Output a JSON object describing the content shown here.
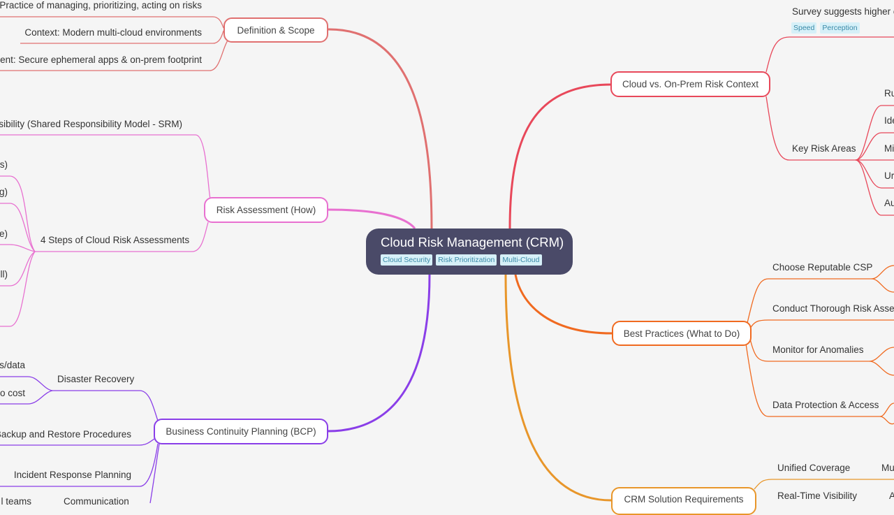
{
  "colors": {
    "background": "#f5f5f5",
    "center": "#4a4a68",
    "definition": "#e07070",
    "risk_assessment": "#e870d0",
    "bcp": "#8a3ee8",
    "cloud_context": "#e8485a",
    "best_practices": "#f06a20",
    "crm_requirements": "#e8962a",
    "tag_bg": "#d6f0f8",
    "tag_text": "#3a8aa8"
  },
  "center": {
    "title": "Cloud Risk Management (CRM)",
    "tags": [
      "Cloud Security",
      "Risk Prioritization",
      "Multi-Cloud"
    ]
  },
  "definition": {
    "label": "Definition & Scope",
    "children": [
      "Practice of managing, prioritizing, acting on risks",
      "Context: Modern multi-cloud environments",
      "ent: Secure ephemeral apps & on-prem footprint"
    ]
  },
  "risk_assessment": {
    "label": "Risk Assessment (How)",
    "children": [
      "nsibility (Shared Responsibility Model - SRM)",
      "4 Steps of Cloud Risk Assessments"
    ],
    "steps": [
      "s)",
      "g)",
      "e)",
      "ll)",
      ""
    ]
  },
  "bcp": {
    "label": "Business Continuity Planning (BCP)",
    "children": [
      "Disaster Recovery",
      "Backup and Restore Procedures",
      "Incident Response Planning",
      "Communication"
    ],
    "disaster_recovery": [
      "s/data",
      "o cost"
    ],
    "communication": [
      "l teams"
    ]
  },
  "cloud_context": {
    "label": "Cloud vs. On-Prem Risk Context",
    "survey": "Survey suggests higher c",
    "survey_tags": [
      "Speed",
      "Perception"
    ],
    "key_risk_areas": "Key Risk Areas",
    "areas": [
      "Ru",
      "Ide",
      "Mi",
      "Ur",
      "Au"
    ]
  },
  "best_practices": {
    "label": "Best Practices (What to Do)",
    "children": [
      "Choose Reputable CSP",
      "Conduct Thorough Risk Asses",
      "Monitor for Anomalies",
      "Data Protection & Access"
    ]
  },
  "crm_requirements": {
    "label": "CRM Solution Requirements",
    "children": [
      "Unified Coverage",
      "Real-Time Visibility"
    ],
    "sub": [
      "Mu",
      "A"
    ]
  }
}
